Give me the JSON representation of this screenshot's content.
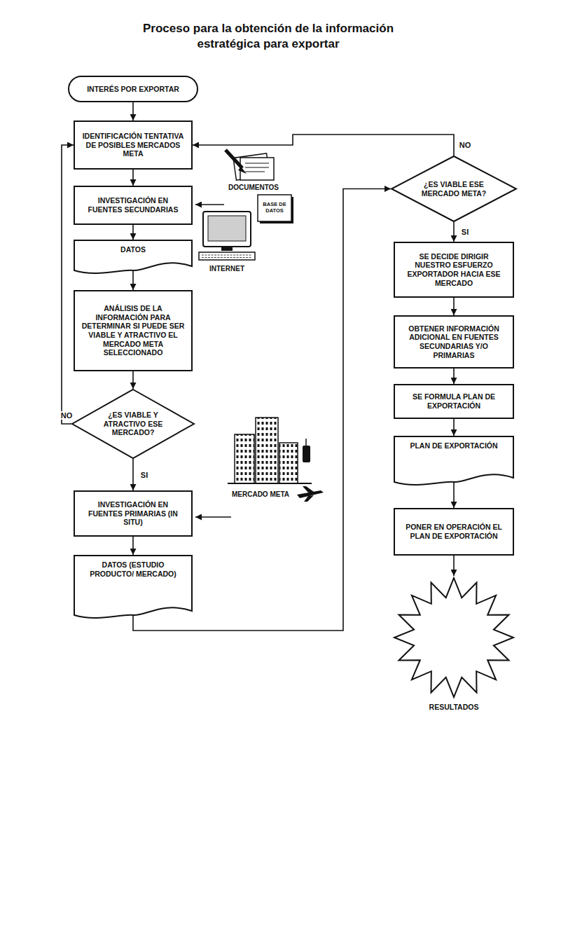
{
  "diagram": {
    "title": "Proceso para la obtención de la información estratégica para exportar",
    "nodes": [
      {
        "text": [
          "INTERÉS POR EXPORTAR"
        ]
      },
      {
        "text": [
          "IDENTIFICACIÓN TENTATIVA DE POSIBLES MERCADOS META"
        ]
      },
      {
        "text": [
          "INVESTIGACIÓN EN FUENTES SECUNDARIAS"
        ]
      },
      {
        "text": [
          "DATOS"
        ]
      },
      {
        "text": [
          "ANÁLISIS DE LA INFORMACIÓN PARA DETERMINAR SI PUEDE SER VIABLE Y ATRACTIVO EL MERCADO META SELECCIONADO"
        ]
      },
      {
        "text": [
          "¿ES VIABLE Y ATRACTIVO ESE MERCADO?"
        ]
      },
      {
        "text": [
          "INVESTIGACIÓN EN FUENTES PRIMARIAS (IN SITU)"
        ]
      },
      {
        "text": [
          "DATOS (ESTUDIO PRODUCTO/ MERCADO)"
        ]
      },
      {
        "text": [
          "¿ES VIABLE ESE MERCADO META?"
        ]
      },
      {
        "text": [
          "SE DECIDE DIRIGIR NUESTRO ESFUERZO EXPORTADOR HACIA ESE MERCADO"
        ]
      },
      {
        "text": [
          "OBTENER INFORMACIÓN ADICIONAL EN FUENTES SECUNDARIAS Y/O PRIMARIAS"
        ]
      },
      {
        "text": [
          "SE FORMULA PLAN DE EXPORTACIÓN"
        ]
      },
      {
        "text": [
          "PLAN DE EXPORTACIÓN"
        ]
      },
      {
        "text": [
          "PONER EN OPERACIÓN EL PLAN DE EXPORTACIÓN"
        ]
      },
      {
        "text": [
          "RESULTADOS"
        ]
      }
    ],
    "edges": [
      {
        "from": 0,
        "to": 1,
        "arrow": "to"
      },
      {
        "from": 1,
        "to": 2,
        "arrow": "to"
      },
      {
        "from": 2,
        "to": 3,
        "arrow": "to"
      },
      {
        "from": 3,
        "to": 4,
        "arrow": "to"
      },
      {
        "from": 4,
        "to": 5,
        "arrow": "to"
      },
      {
        "from": 5,
        "to": 1,
        "label": "NO",
        "arrow": "to"
      },
      {
        "from": 5,
        "to": 6,
        "label": "SI",
        "arrow": "to"
      },
      {
        "from": 6,
        "to": 7,
        "arrow": "to"
      },
      {
        "from": 7,
        "to": 8,
        "arrow": "to"
      },
      {
        "from": 8,
        "to": 1,
        "label": "NO",
        "arrow": "to"
      },
      {
        "from": 8,
        "to": 9,
        "label": "SI",
        "arrow": "to"
      },
      {
        "from": 9,
        "to": 10,
        "arrow": "to"
      },
      {
        "from": 10,
        "to": 11,
        "arrow": "to"
      },
      {
        "from": 11,
        "to": 12,
        "arrow": "to"
      },
      {
        "from": 12,
        "to": 13,
        "arrow": "to"
      },
      {
        "from": 13,
        "to": 14,
        "arrow": "to"
      }
    ],
    "labels": [
      "DOCUMENTOS",
      "BASE DE DATOS",
      "INTERNET",
      "MERCADO META"
    ]
  }
}
